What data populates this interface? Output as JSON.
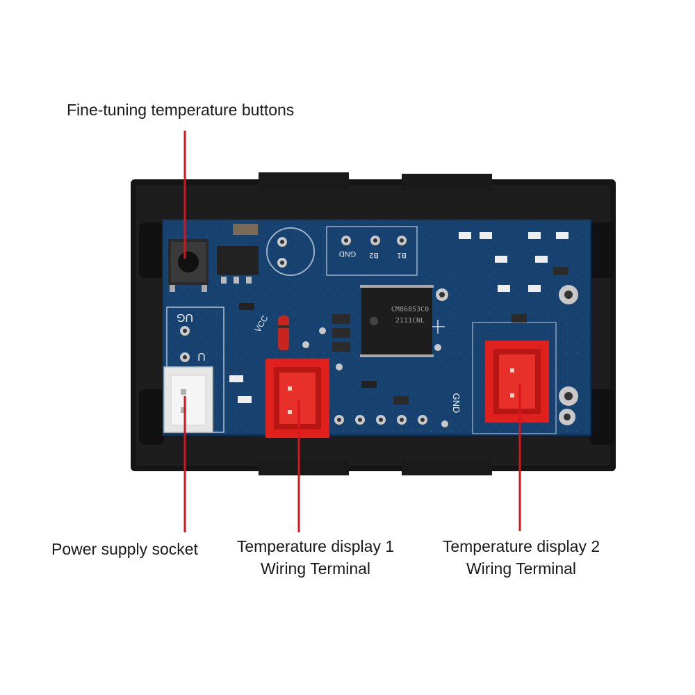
{
  "labels": {
    "buttons": "Fine-tuning temperature buttons",
    "power": "Power supply socket",
    "display1": {
      "line1": "Temperature display 1",
      "line2": "Wiring Terminal"
    },
    "display2": {
      "line1": "Temperature display 2",
      "line2": "Wiring Terminal"
    }
  },
  "board": {
    "chip_line1": "CM86853C0",
    "chip_line2": "2111CNL",
    "silk_ug": "UG",
    "silk_u": "U",
    "silk_gnd": "GND",
    "silk_gnd2": "GND",
    "silk_vcc": "VCC",
    "silk_b1": "B1",
    "silk_b2": "B2"
  },
  "colors": {
    "pcb": "#16406e",
    "pcb_light": "#2a5f94",
    "case": "#151515",
    "connector_red": "#e0201c",
    "leader_red": "#d8141c",
    "socket_white": "#eeeeee"
  },
  "icons": [
    "tact-button-icon",
    "power-socket-icon",
    "jst-connector-icon",
    "ic-chip-icon"
  ]
}
